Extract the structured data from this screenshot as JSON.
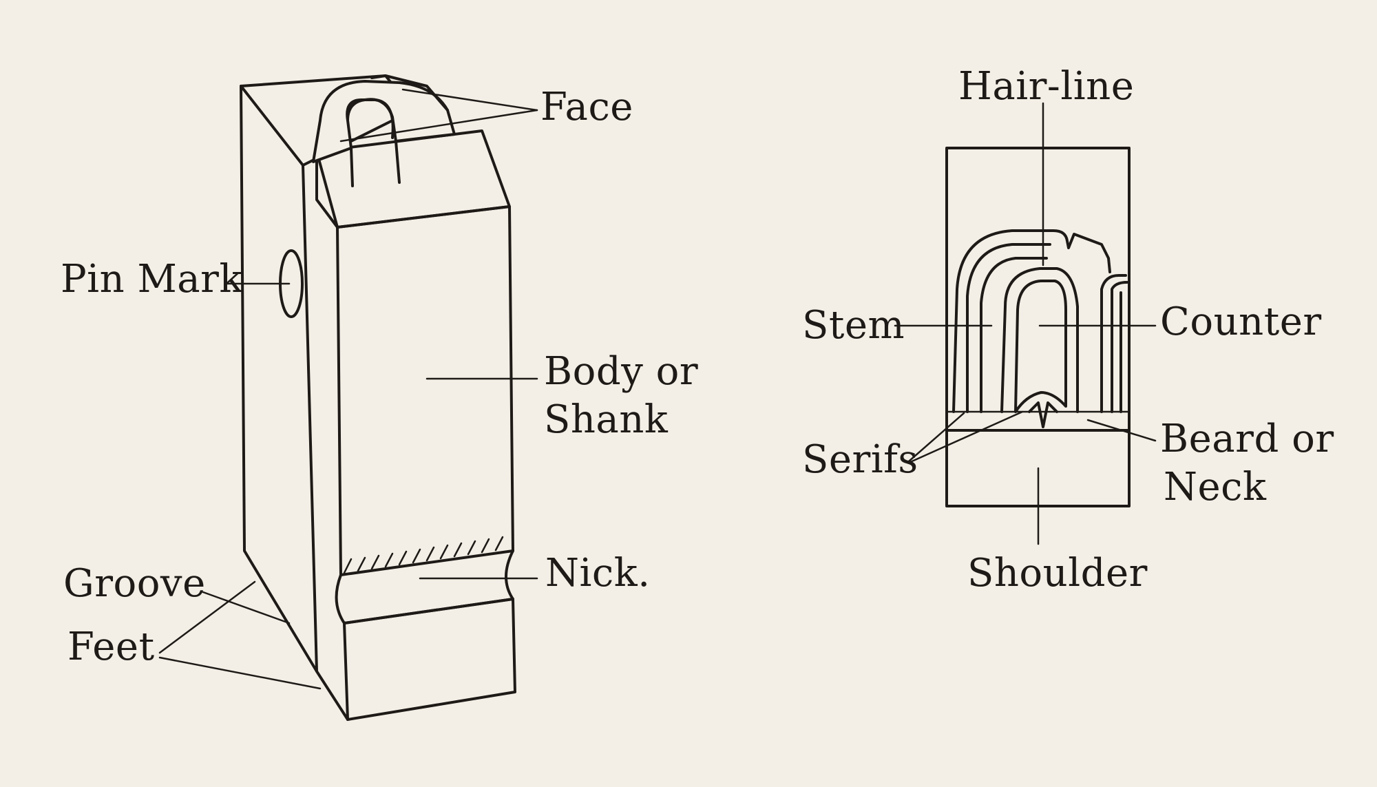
{
  "background_color": "#f3efe6",
  "ink_color": "#1d1a17",
  "labels": {
    "face": "Face",
    "pin_mark": "Pin Mark",
    "body_or": "Body or",
    "shank": "Shank",
    "nick": "Nick.",
    "groove": "Groove",
    "feet": "Feet",
    "hair_line": "Hair-line",
    "stem": "Stem",
    "counter": "Counter",
    "serifs": "Serifs",
    "beard_or": "Beard or",
    "neck": "Neck",
    "shoulder": "Shoulder"
  }
}
